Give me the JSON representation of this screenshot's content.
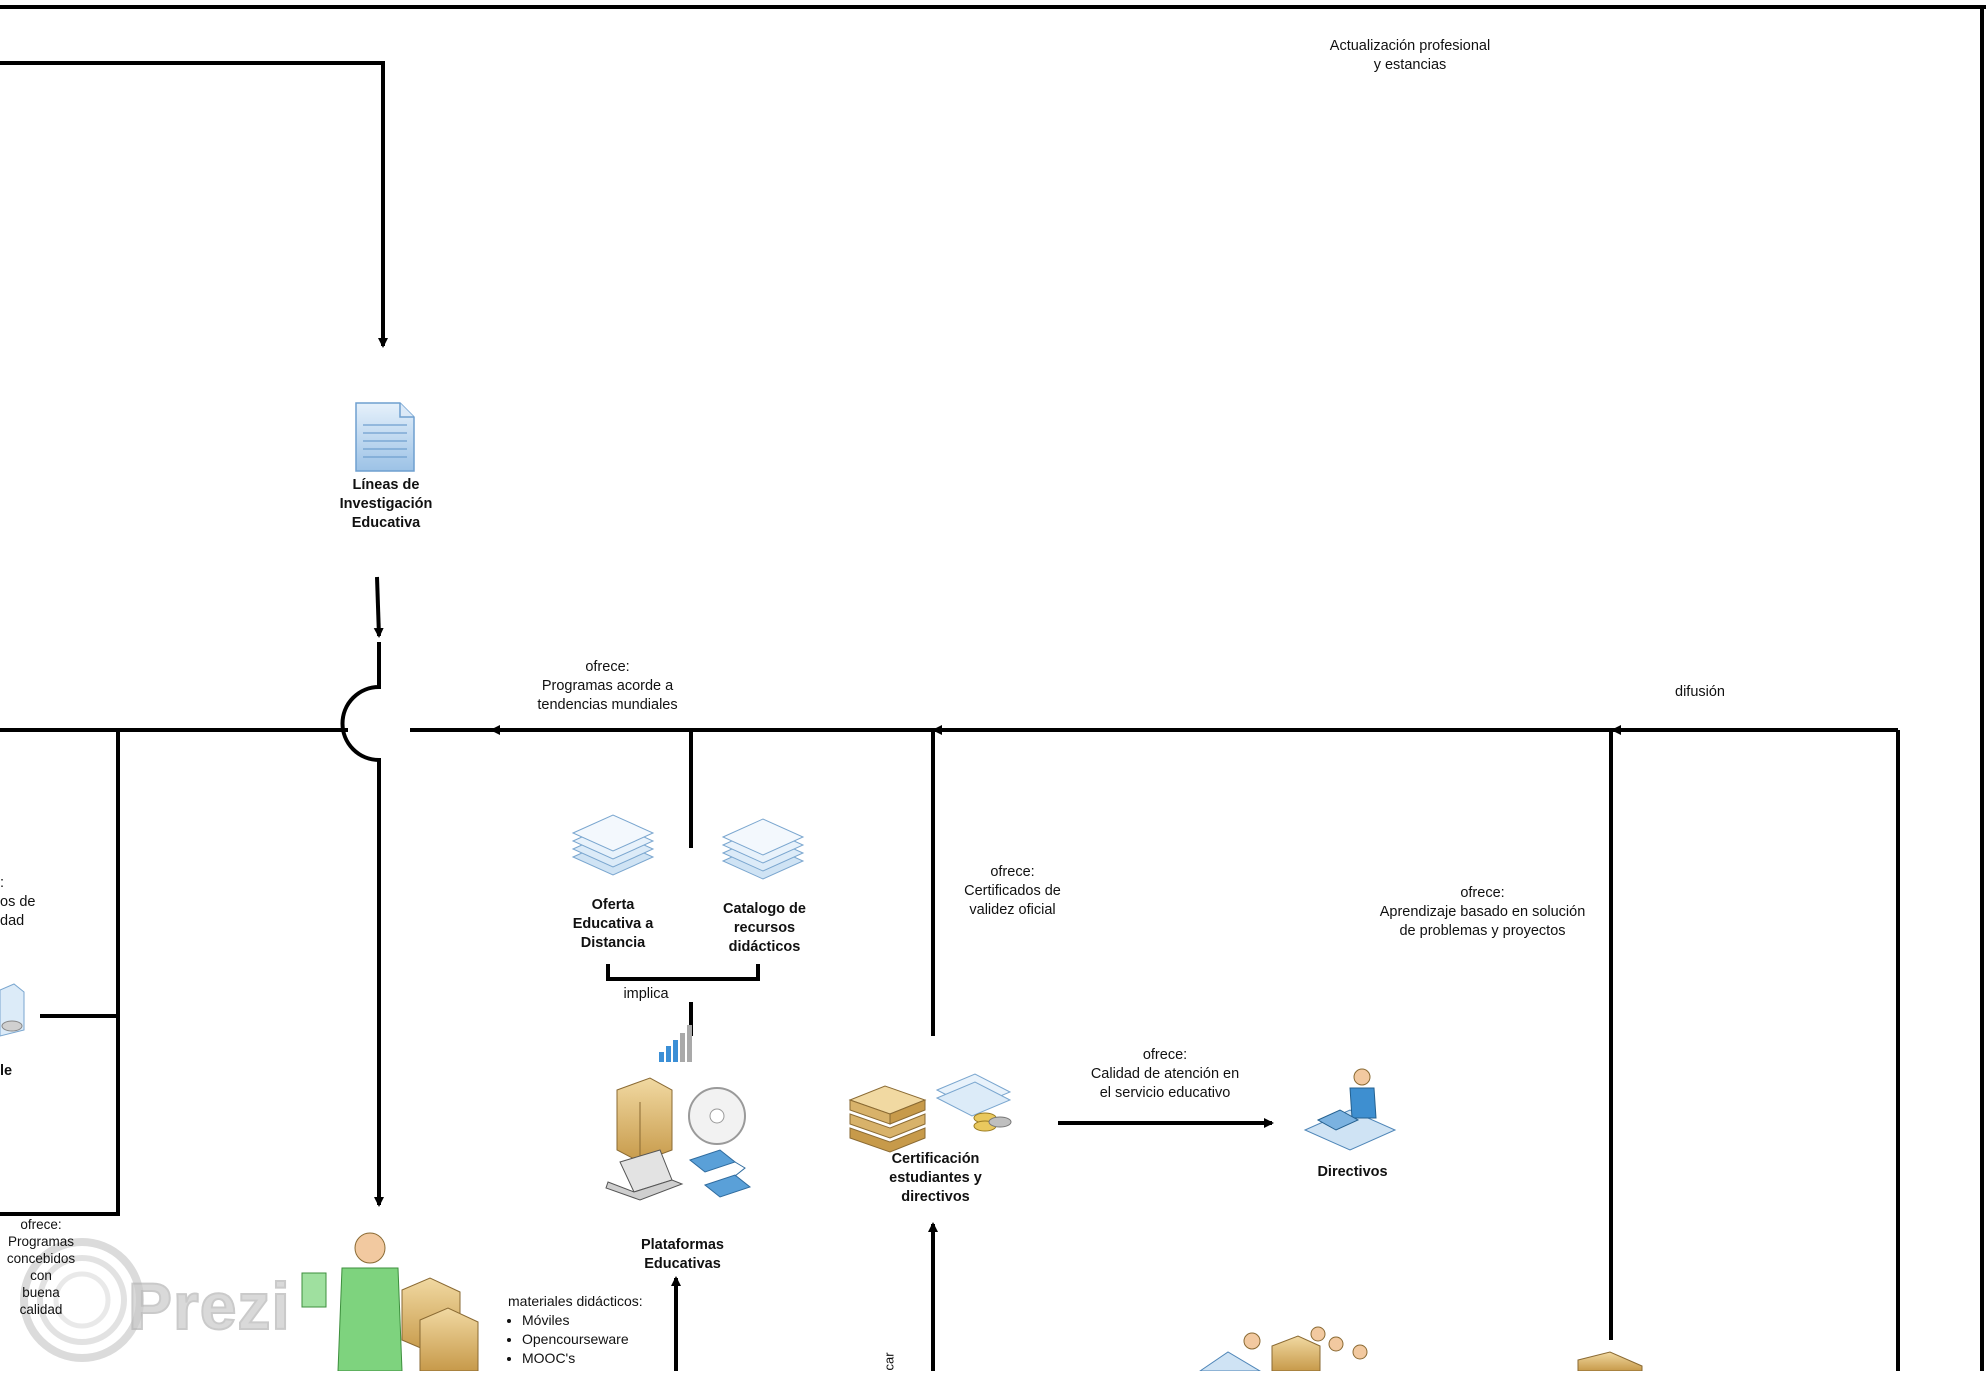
{
  "top_label": "Actualización profesional\ny estancias",
  "nodes": {
    "lineas": "Líneas de\nInvestigación\nEducativa",
    "oferta": "Oferta\nEducativa a\nDistancia",
    "catalogo": "Catalogo de\nrecursos\ndidácticos",
    "plataformas": "Plataformas\nEducativas",
    "certificacion": "Certificación\nestudiantes y\ndirectivos",
    "directivos": "Directivos",
    "left_partial": "le"
  },
  "edge_labels": {
    "programas_tendencias": "ofrece:\nProgramas acorde a\ntendencias mundiales",
    "difusion": "difusión",
    "certificados": "ofrece:\nCertificados de\nvalidez oficial",
    "aprendizaje": "ofrece:\nAprendizaje basado en solución\nde problemas y proyectos",
    "calidad": "ofrece:\nCalidad de atención en\nel servicio educativo",
    "implica": "implica",
    "left_partial_top": ":\nos de\ndad",
    "left_programas": "ofrece:\nProgramas\nconcebidos con\nbuena calidad",
    "vertical_cut": "car"
  },
  "materials": {
    "title": "materiales didácticos:",
    "items": [
      "Móviles",
      "Opencourseware",
      "MOOC's"
    ]
  },
  "watermark": "Prezi",
  "colors": {
    "line": "#000000",
    "doc_blue": "#bcd6ee",
    "box_tan": "#d8b26a",
    "person_green": "#7ed37e"
  }
}
